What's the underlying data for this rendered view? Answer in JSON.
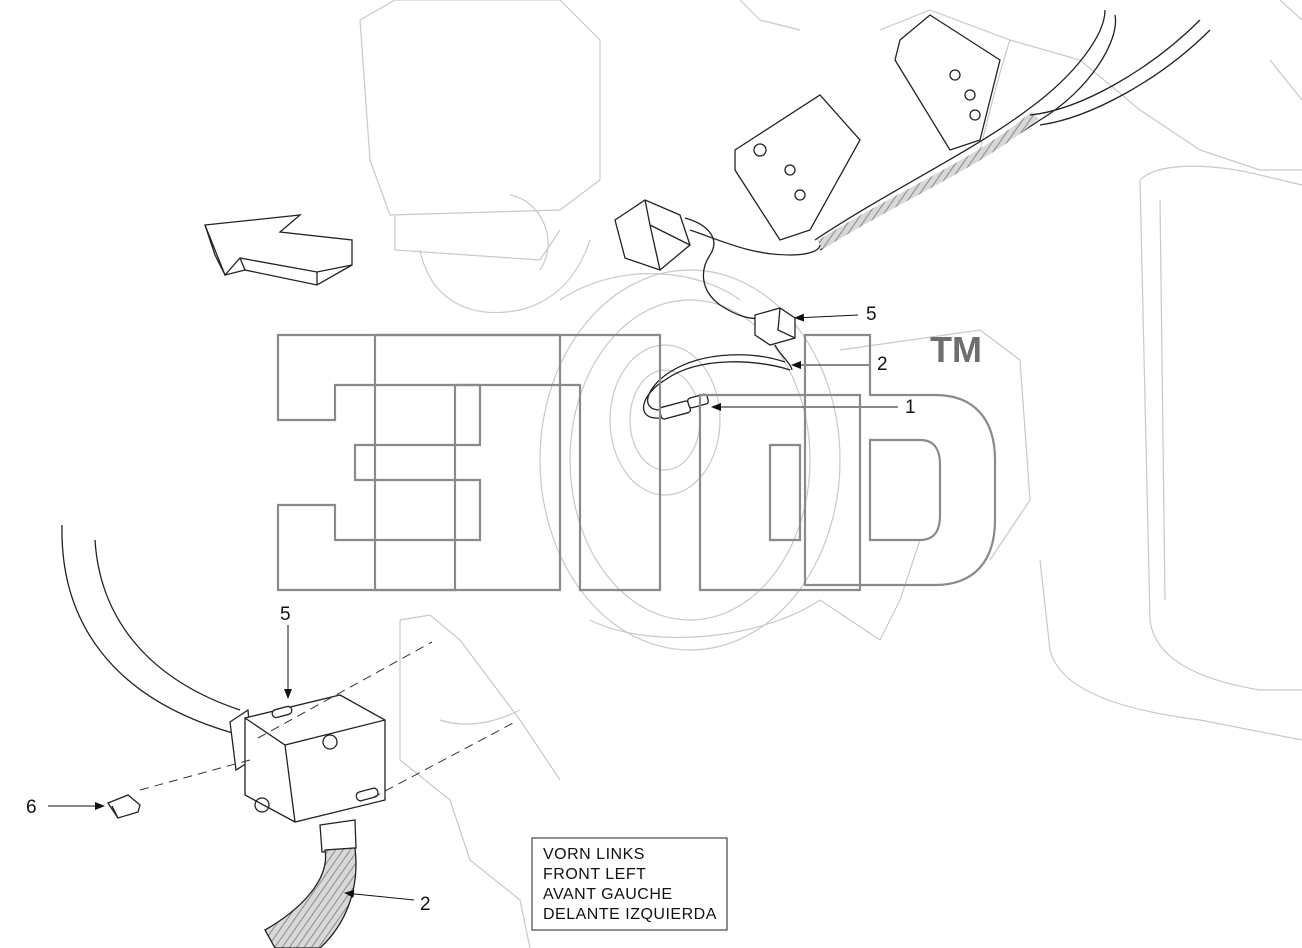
{
  "callouts": {
    "top_5": "5",
    "top_2": "2",
    "top_1": "1",
    "detail_5": "5",
    "detail_6": "6",
    "detail_2": "2"
  },
  "legend": {
    "line_de": "VORN LINKS",
    "line_en": "FRONT LEFT",
    "line_fr": "AVANT GAUCHE",
    "line_es": "DELANTE IZQUIERDA"
  },
  "watermark": {
    "trademark": "TM"
  },
  "colors": {
    "ink": "#222222",
    "ghost_lines": "#c9c9c9",
    "watermark": "#8a8a8a"
  }
}
